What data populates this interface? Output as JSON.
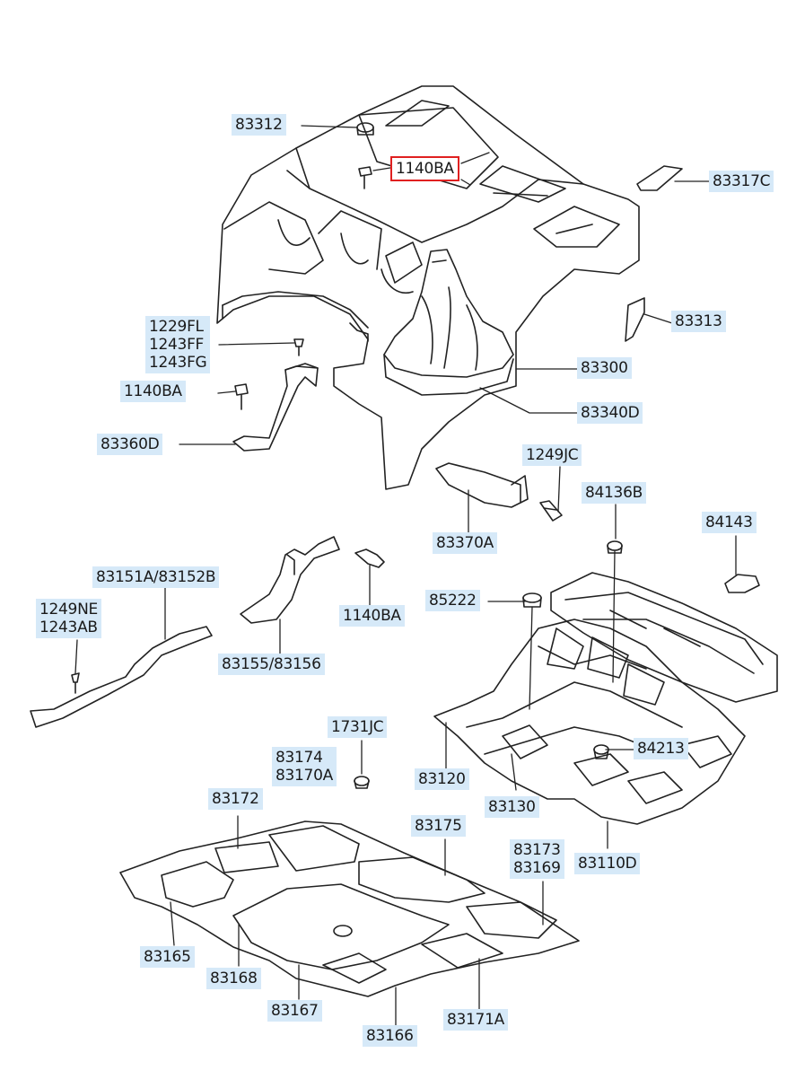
{
  "parts": {
    "p83312": "83312",
    "p1140BA_top": "1140BA",
    "p83317C": "83317C",
    "p1229FL": "1229FL",
    "p1243FF": "1243FF",
    "p1243FG": "1243FG",
    "p83313": "83313",
    "p83300": "83300",
    "p1140BA_left": "1140BA",
    "p83340D": "83340D",
    "p83360D": "83360D",
    "p1249JC": "1249JC",
    "p84136B": "84136B",
    "p83370A": "83370A",
    "p84143": "84143",
    "p83151A_83152B": "83151A/83152B",
    "p1249NE": "1249NE",
    "p1243AB": "1243AB",
    "p1140BA_mid": "1140BA",
    "p85222": "85222",
    "p83155_83156": "83155/83156",
    "p1731JC": "1731JC",
    "p84213": "84213",
    "p83120": "83120",
    "p83174": "83174",
    "p83170A": "83170A",
    "p83130": "83130",
    "p83172": "83172",
    "p83175": "83175",
    "p83173": "83173",
    "p83169": "83169",
    "p83110D": "83110D",
    "p83165": "83165",
    "p83168": "83168",
    "p83167": "83167",
    "p83171A": "83171A",
    "p83166": "83166"
  },
  "highlighted_part": "1140BA",
  "colors": {
    "label_background": "#d6e9f8",
    "highlight_border": "#e02020",
    "line_art": "#222222"
  }
}
